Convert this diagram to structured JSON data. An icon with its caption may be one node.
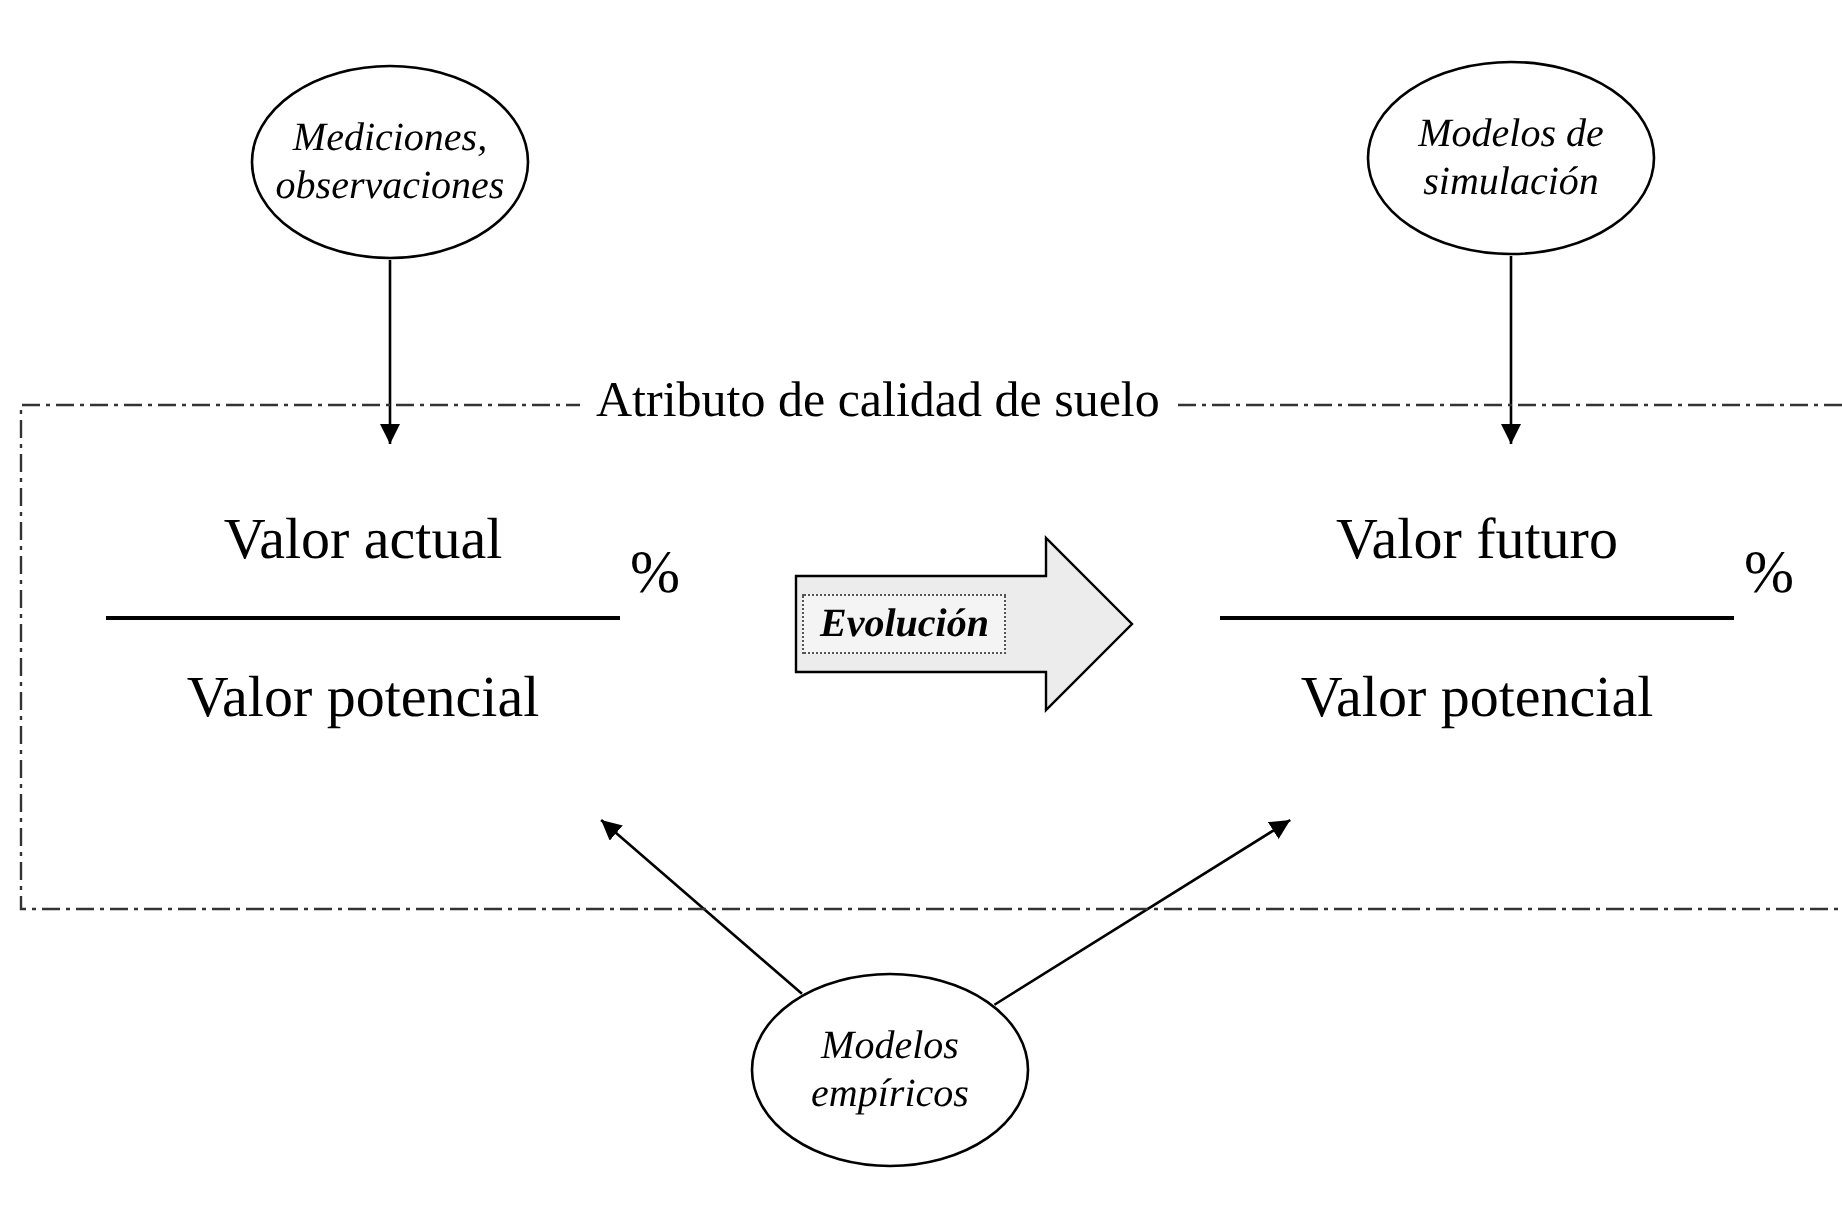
{
  "diagram": {
    "nodes": [
      {
        "text": [
          "Atributo de calidad de suelo"
        ]
      },
      {
        "text": [
          "Mediciones, observaciones"
        ]
      },
      {
        "text": [
          "Modelos de simulación"
        ]
      },
      {
        "text": [
          "Valor actual",
          "Valor potencial"
        ],
        "beside": [
          "%"
        ],
        "in": 0
      },
      {
        "text": [
          "Valor futuro",
          "Valor potencial"
        ],
        "beside": [
          "%"
        ],
        "in": 0
      },
      {
        "text": [
          "Modelos empíricos"
        ]
      }
    ],
    "edges": [
      {
        "from": 1,
        "to": 3,
        "arrow": "to"
      },
      {
        "from": 2,
        "to": 4,
        "arrow": "to"
      },
      {
        "from": 3,
        "to": 4,
        "arrow": "to",
        "label": "Evolución",
        "style": "thick"
      },
      {
        "from": 5,
        "to": 3,
        "arrow": "to"
      },
      {
        "from": 5,
        "to": 4,
        "arrow": "to"
      }
    ]
  }
}
